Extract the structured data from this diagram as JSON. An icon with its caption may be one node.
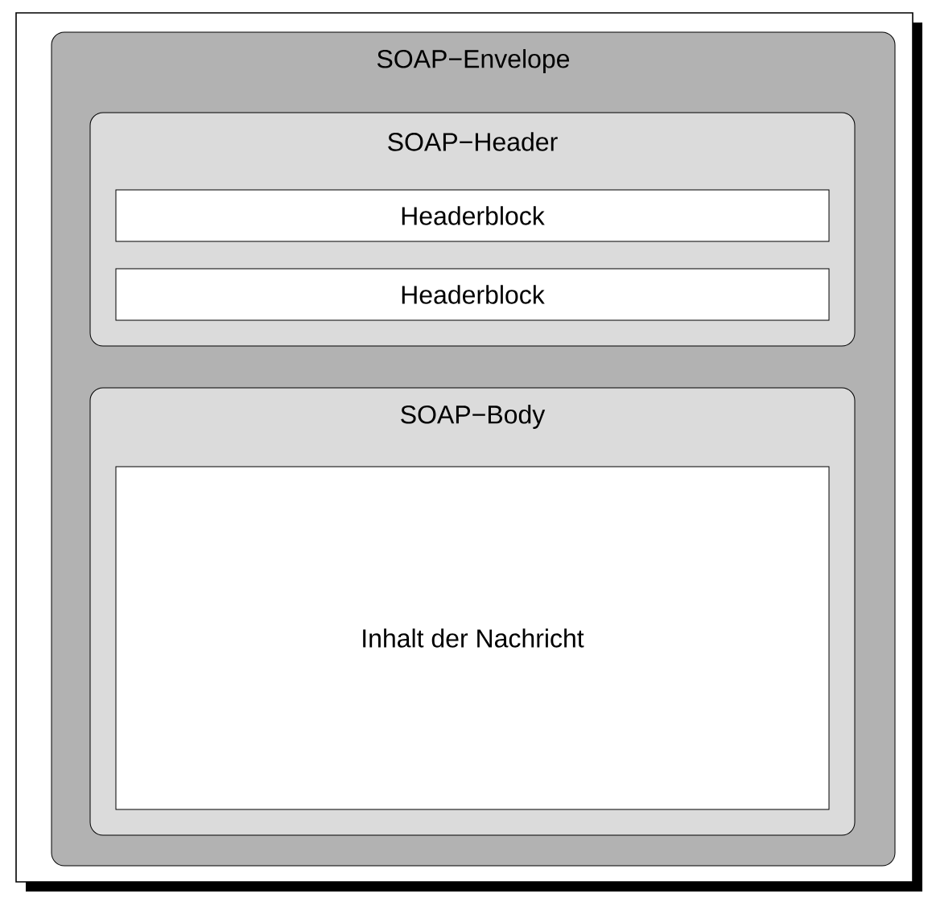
{
  "diagram": {
    "nodes": [
      {
        "text": [
          "SOAP−Envelope"
        ]
      },
      {
        "text": [
          "SOAP−Header"
        ],
        "in": 0
      },
      {
        "text": [
          "Headerblock"
        ],
        "in": 1
      },
      {
        "text": [
          "Headerblock"
        ],
        "in": 1
      },
      {
        "text": [
          "SOAP−Body"
        ],
        "in": 0
      },
      {
        "text": [
          "Inhalt der Nachricht"
        ],
        "in": 4
      }
    ]
  }
}
